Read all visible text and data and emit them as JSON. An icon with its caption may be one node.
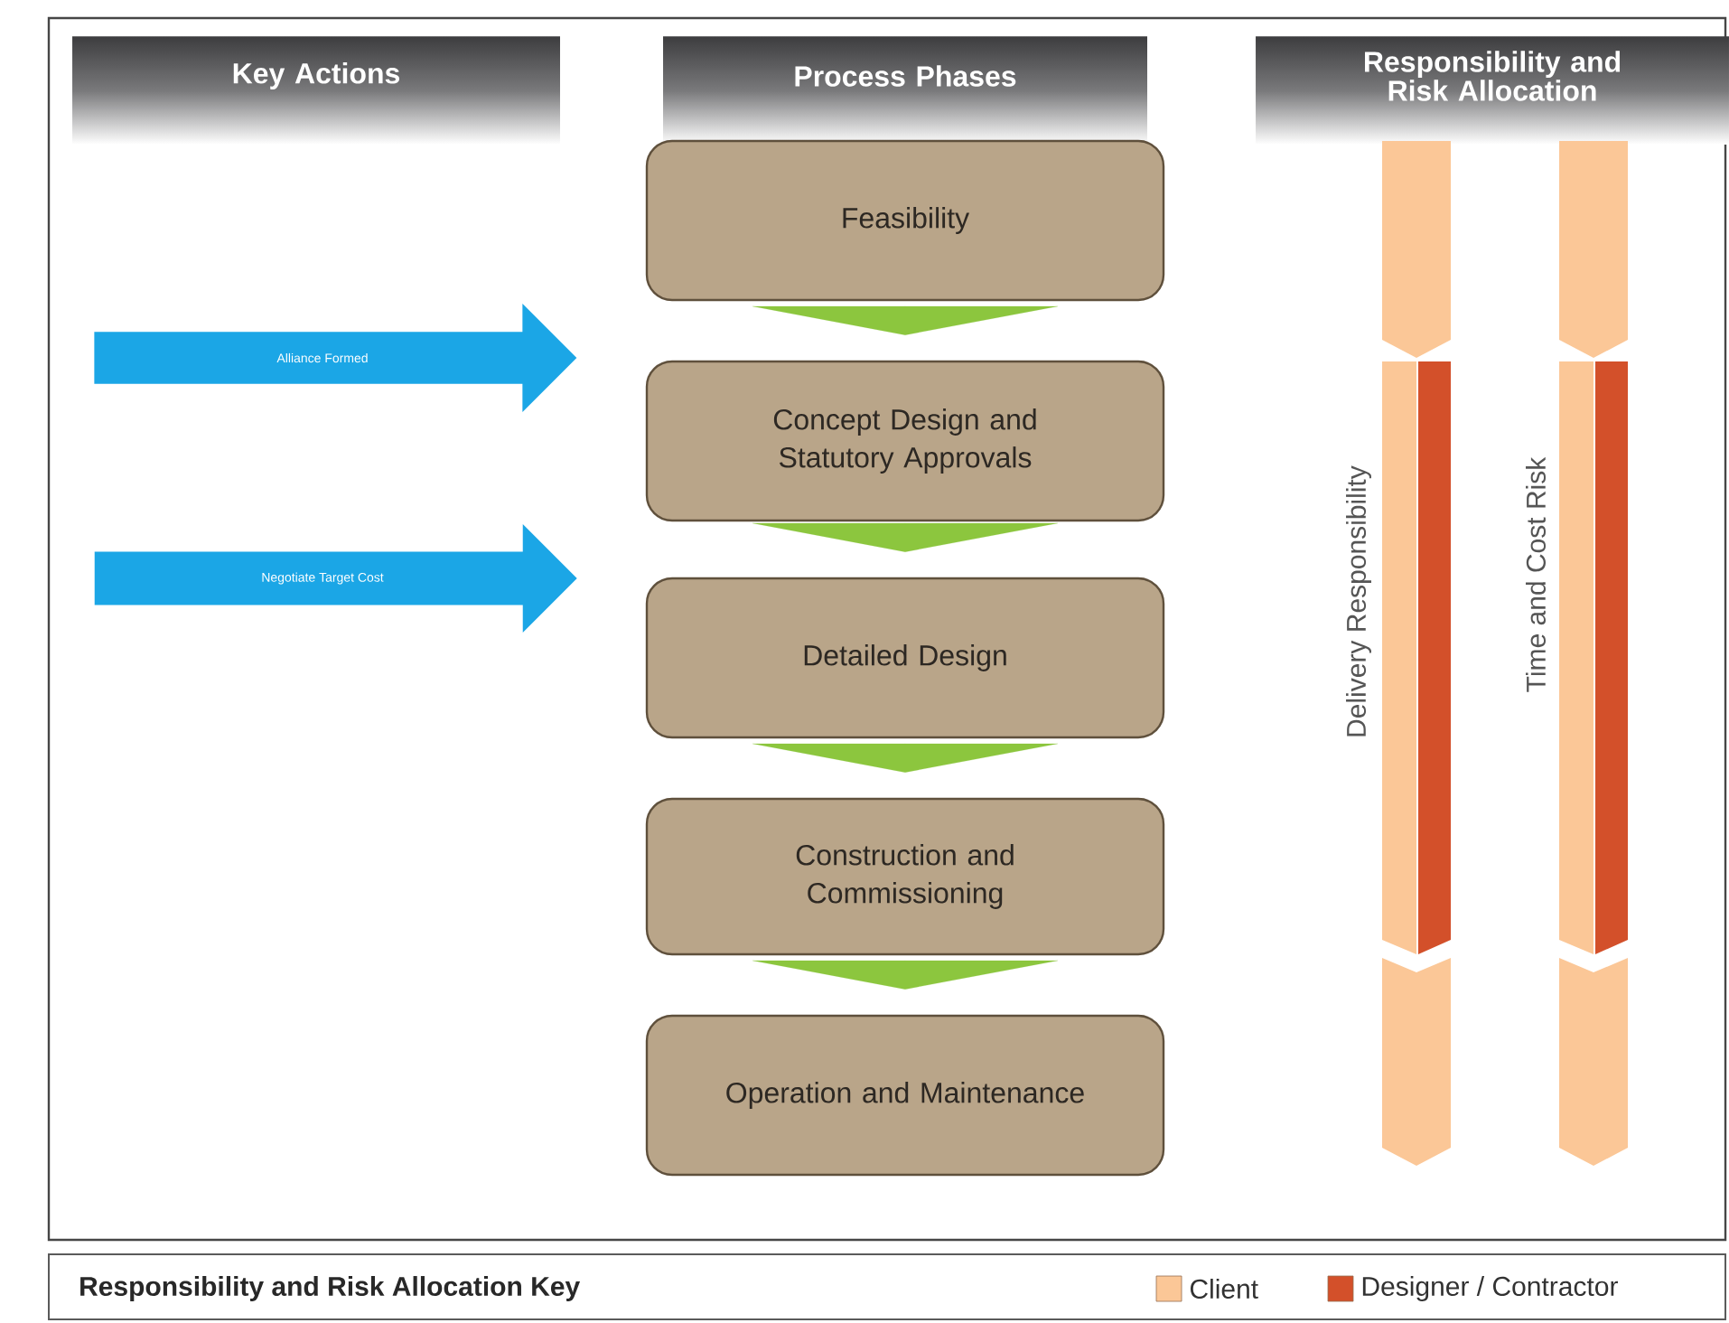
{
  "diagram": {
    "nodes": [
      {
        "text": [
          "Key Actions"
        ]
      },
      {
        "text": [
          "Process Phases"
        ]
      },
      {
        "text": [
          "Responsibility and Risk Allocation"
        ]
      },
      {
        "text": [
          "Feasibility"
        ]
      },
      {
        "text": [
          "Concept Design and Statutory Approvals"
        ]
      },
      {
        "text": [
          "Detailed Design"
        ]
      },
      {
        "text": [
          "Construction and Commissioning"
        ]
      },
      {
        "text": [
          "Operation and Maintenance"
        ]
      },
      {
        "text": [
          "Alliance Formed"
        ]
      },
      {
        "text": [
          "Negotiate Target Cost"
        ]
      }
    ],
    "edges": [
      {
        "from": 3,
        "to": 4,
        "arrow": "to"
      },
      {
        "from": 4,
        "to": 5,
        "arrow": "to"
      },
      {
        "from": 5,
        "to": 6,
        "arrow": "to"
      },
      {
        "from": 6,
        "to": 7,
        "arrow": "to"
      }
    ],
    "labels": [
      "Delivery Responsibility",
      "Time and Cost Risk",
      "Responsibility and Risk Allocation Key"
    ],
    "legend": [
      {
        "text": "Client",
        "color": "#fbc797"
      },
      {
        "text": "Designer / Contractor",
        "color": "#d3502a"
      }
    ]
  }
}
